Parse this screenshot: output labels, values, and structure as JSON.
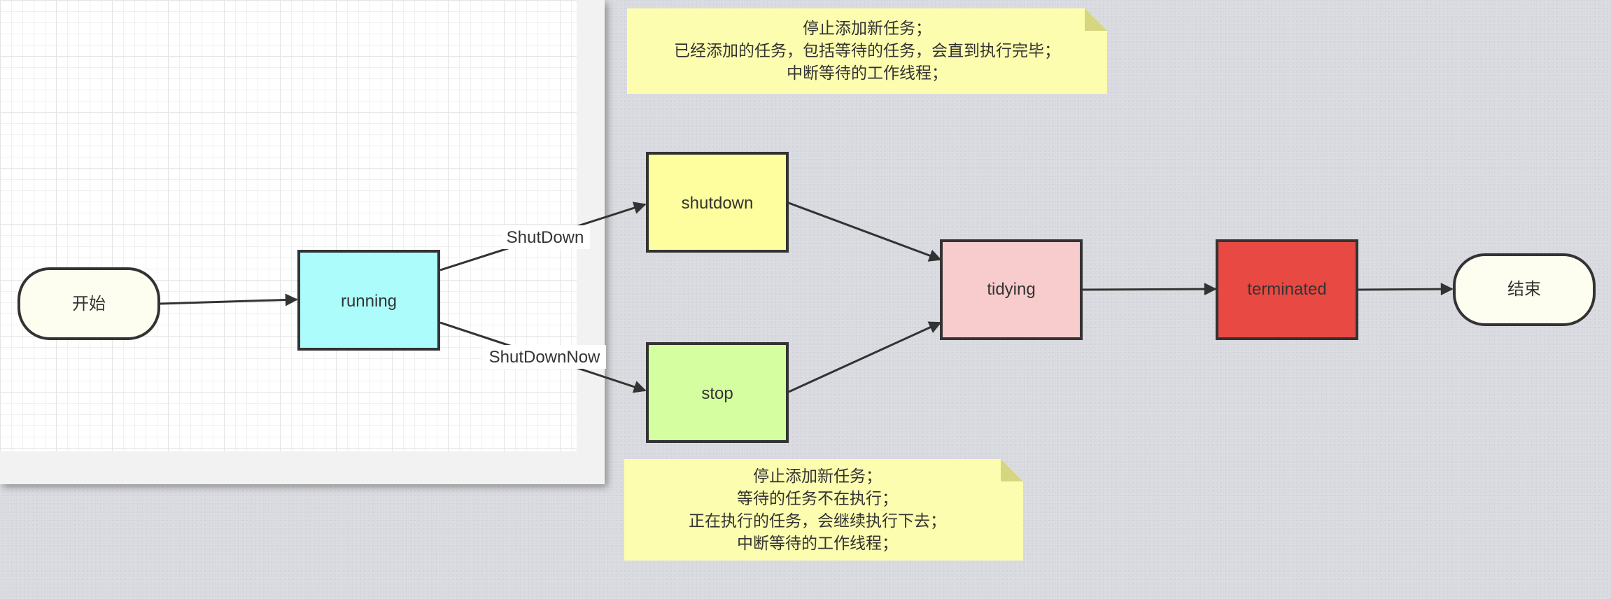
{
  "nodes": {
    "start": "开始",
    "running": "running",
    "shutdown": "shutdown",
    "stop": "stop",
    "tidying": "tidying",
    "terminated": "terminated",
    "end": "结束"
  },
  "edges": {
    "shutdown_label": "ShutDown",
    "shutdown_now_label": "ShutDownNow"
  },
  "notes": {
    "shutdown_note": [
      "停止添加新任务；",
      "已经添加的任务，包括等待的任务，会直到执行完毕；",
      "中断等待的工作线程；"
    ],
    "stop_note": [
      "停止添加新任务；",
      "等待的任务不在执行；",
      "正在执行的任务，会继续执行下去；",
      "中断等待的工作线程；"
    ]
  },
  "colors": {
    "running": "#adfcfc",
    "shutdown": "#fefe9e",
    "stop": "#d5fea0",
    "tidying": "#f8cccd",
    "terminated": "#e84a43",
    "terminal": "#fefef0",
    "note": "#fdfdaf"
  }
}
